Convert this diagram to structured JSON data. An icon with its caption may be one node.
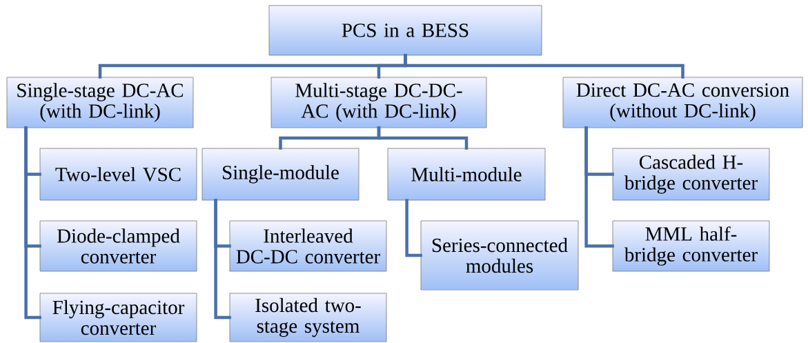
{
  "diagram": {
    "nodes": [
      {
        "text": [
          "PCS in a BESS"
        ]
      },
      {
        "text": [
          "Single-stage DC-AC (with DC-link)"
        ]
      },
      {
        "text": [
          "Multi-stage DC-DC-AC (with DC-link)"
        ]
      },
      {
        "text": [
          "Direct DC-AC conversion (without DC-link)"
        ]
      },
      {
        "text": [
          "Two-level VSC"
        ]
      },
      {
        "text": [
          "Diode-clamped converter"
        ]
      },
      {
        "text": [
          "Flying-capacitor converter"
        ]
      },
      {
        "text": [
          "Single-module"
        ]
      },
      {
        "text": [
          "Multi-module"
        ]
      },
      {
        "text": [
          "Interleaved DC-DC converter"
        ]
      },
      {
        "text": [
          "Isolated two-stage system"
        ]
      },
      {
        "text": [
          "Series-connected modules"
        ]
      },
      {
        "text": [
          "Cascaded H-bridge converter"
        ]
      },
      {
        "text": [
          "MML half-bridge converter"
        ]
      }
    ],
    "edges": [
      {
        "from": 0,
        "to": 1,
        "arrow": "none"
      },
      {
        "from": 0,
        "to": 2,
        "arrow": "none"
      },
      {
        "from": 0,
        "to": 3,
        "arrow": "none"
      },
      {
        "from": 1,
        "to": 4,
        "arrow": "none"
      },
      {
        "from": 1,
        "to": 5,
        "arrow": "none"
      },
      {
        "from": 1,
        "to": 6,
        "arrow": "none"
      },
      {
        "from": 2,
        "to": 7,
        "arrow": "none"
      },
      {
        "from": 2,
        "to": 8,
        "arrow": "none"
      },
      {
        "from": 7,
        "to": 9,
        "arrow": "none"
      },
      {
        "from": 7,
        "to": 10,
        "arrow": "none"
      },
      {
        "from": 8,
        "to": 11,
        "arrow": "none"
      },
      {
        "from": 3,
        "to": 12,
        "arrow": "none"
      },
      {
        "from": 3,
        "to": 13,
        "arrow": "none"
      }
    ]
  }
}
